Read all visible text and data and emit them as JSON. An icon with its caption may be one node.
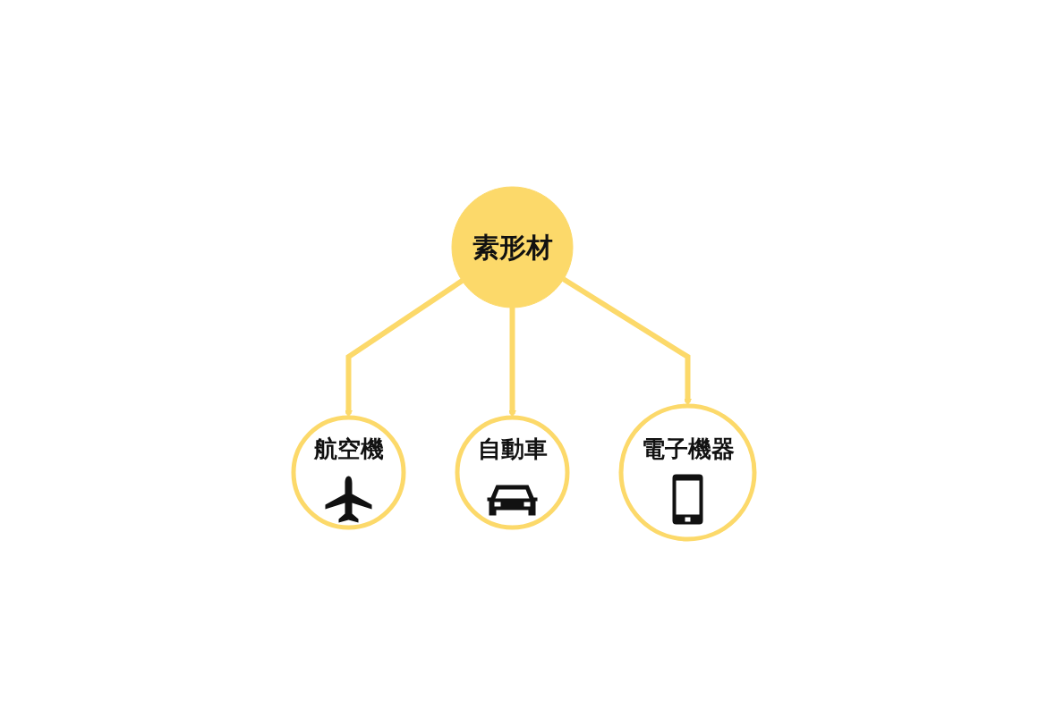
{
  "diagram": {
    "nodes": [
      {
        "text": [
          "素形材"
        ]
      },
      {
        "text": [
          "航空機"
        ]
      },
      {
        "text": [
          "自動車"
        ]
      },
      {
        "text": [
          "電子機器"
        ]
      }
    ],
    "edges": [
      {
        "from": 0,
        "to": 1,
        "arrow": "to"
      },
      {
        "from": 0,
        "to": 2,
        "arrow": "to"
      },
      {
        "from": 0,
        "to": 3,
        "arrow": "to"
      }
    ]
  }
}
